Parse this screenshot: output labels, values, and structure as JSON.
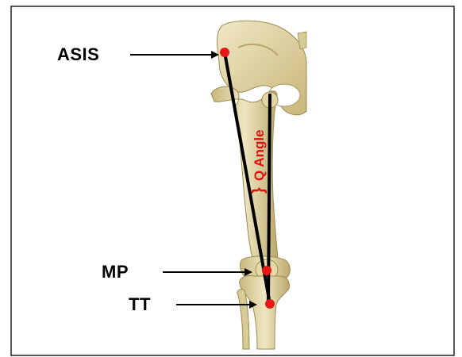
{
  "labels": {
    "asis": "ASIS",
    "mp": "MP",
    "tt": "TT",
    "q_angle": "Q Angle",
    "angle_mark": "}"
  },
  "colors": {
    "bone": "#e8dcae",
    "bone_shadow": "#b4a46a",
    "marker": "#e81818",
    "q_angle_text": "#e01010",
    "line": "#000000"
  },
  "icons": [
    "pelvis-bone-icon",
    "femur-bone-icon",
    "patella-bone-icon",
    "tibia-bone-icon",
    "fibula-bone-icon"
  ]
}
